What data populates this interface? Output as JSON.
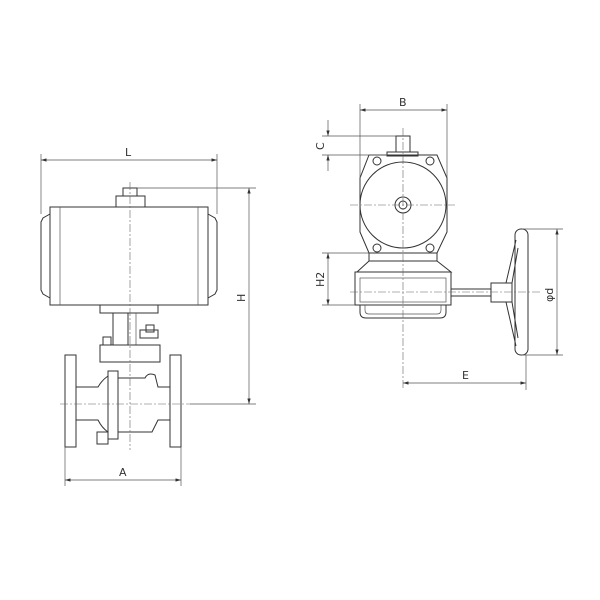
{
  "dimensions": {
    "L": "L",
    "H": "H",
    "A": "A",
    "B": "B",
    "C": "C",
    "H2": "H2",
    "E": "E",
    "d": "φd"
  },
  "colors": {
    "line": "#333333",
    "background": "#ffffff"
  }
}
